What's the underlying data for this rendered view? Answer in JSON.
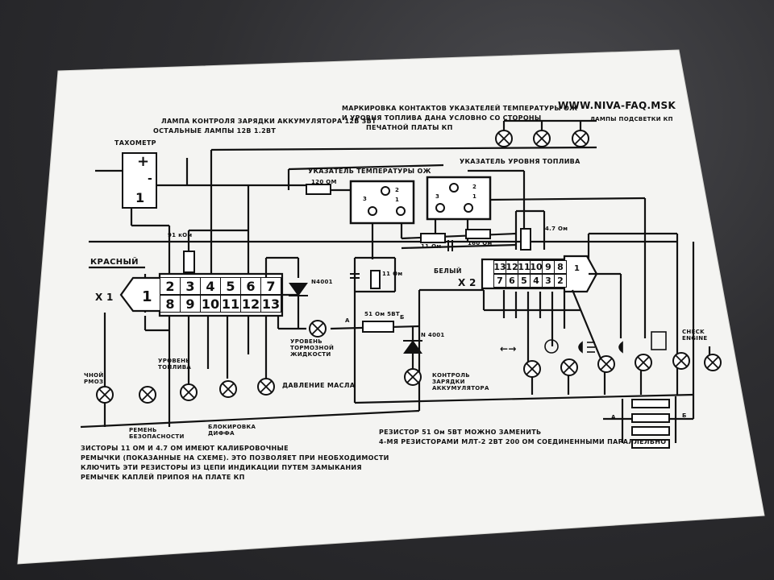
{
  "header": {
    "website": "WWW.NIVA-FAQ.MSK",
    "lamp_note_line1": "ЛАМПА КОНТРОЛЯ ЗАРЯДКИ АККУМУЛЯТОРА 12В 3ВТ",
    "lamp_note_line2": "ОСТАЛЬНЫЕ ЛАМПЫ 12В 1.2ВТ",
    "marking_line1": "МАРКИРОВКА КОНТАКТОВ УКАЗАТЕЛЕЙ ТЕМПЕРАТУРЫ ОЖ",
    "marking_line2": "И УРОВНЯ ТОПЛИВА ДАНА УСЛОВНО СО СТОРОНЫ",
    "marking_line3": "ПЕЧАТНОЙ ПЛАТЫ КП",
    "backlight_lamps": "ЛАМПЫ ПОДСВЕТКИ КП"
  },
  "components": {
    "tachometer": "ТАХОМЕТР",
    "tacho_plus": "+",
    "tacho_minus": "-",
    "tacho_one": "1",
    "temp_gauge": "УКАЗАТЕЛЬ ТЕМПЕРАТУРЫ ОЖ",
    "fuel_gauge": "УКАЗАТЕЛЬ УРОВНЯ ТОПЛИВА",
    "r_120": "120 ОМ",
    "r_91k": "91 кОм",
    "r_11a": "11 Ом",
    "r_160": "160 Ом",
    "r_11b": "11 Ом",
    "r_47": "4.7 Ом",
    "r_51": "51 Ом 5ВТ",
    "white": "БЕЛЫЙ",
    "red": "КРАСНЫЙ",
    "diode1": "N4001",
    "diode2": "N 4001",
    "node_a": "А",
    "node_b": "Б",
    "node_a2": "А",
    "node_b2": "Б",
    "g1_3": "3",
    "g1_2": "2",
    "g1_1": "1",
    "g2_3": "3",
    "g2_2": "2",
    "g2_1": "1"
  },
  "connector_x1": {
    "label": "Х 1",
    "pin1": "1",
    "top_row": [
      "2",
      "3",
      "4",
      "5",
      "6",
      "7"
    ],
    "bottom_row": [
      "8",
      "9",
      "10",
      "11",
      "12",
      "13"
    ]
  },
  "connector_x2": {
    "label": "Х 2",
    "top_row": [
      "13",
      "12",
      "11",
      "10",
      "9",
      "8"
    ],
    "pin1": "1",
    "bottom_row": [
      "7",
      "6",
      "5",
      "4",
      "3",
      "2"
    ]
  },
  "lamps": {
    "rmoz": "ЧНОЙ РМОЗ",
    "belt": "РЕМЕНЬ БЕЗОПАСНОСТИ",
    "fuel_level": "УРОВЕНЬ ТОПЛИВА",
    "diff_lock": "БЛОКИРОВКА ДИФФА",
    "oil_pressure": "ДАВЛЕНИЕ МАСЛА",
    "brake_fluid": "УРОВЕНЬ ТОРМОЗНОЙ ЖИДКОСТИ",
    "charge": "КОНТРОЛЬ ЗАРЯДКИ АККУМУЛЯТОРА",
    "check_engine": "CHECK ENGINE",
    "turn_symbol": "←→"
  },
  "notes": {
    "left_line1": "ЗИСТОРЫ 11 ОМ И 4.7 ОМ ИМЕЮТ КАЛИБРОВОЧНЫЕ",
    "left_line2": "РЕМЫЧКИ (ПОКАЗАННЫЕ НА СХЕМЕ). ЭТО ПОЗВОЛЯЕТ ПРИ НЕОБХОДИМОСТИ",
    "left_line3": "КЛЮЧИТЬ ЭТИ РЕЗИСТОРЫ ИЗ ЦЕПИ ИНДИКАЦИИ ПУТЕМ ЗАМЫКАНИЯ",
    "left_line4": "РЕМЫЧЕК КАПЛЕЙ ПРИПОЯ НА ПЛАТЕ КП",
    "right_line1": "РЕЗИСТОР 51 Ом 5ВТ  МОЖНО ЗАМЕНИТЬ",
    "right_line2": "4-МЯ РЕЗИСТОРАМИ МЛТ-2 2ВТ 200 ОМ СОЕДИНЕННЫМИ ПАРАЛЛЕЛЬНО"
  },
  "colors": {
    "paper": "#f4f4f2",
    "ink": "#111111",
    "background": "#2b2b2d"
  }
}
